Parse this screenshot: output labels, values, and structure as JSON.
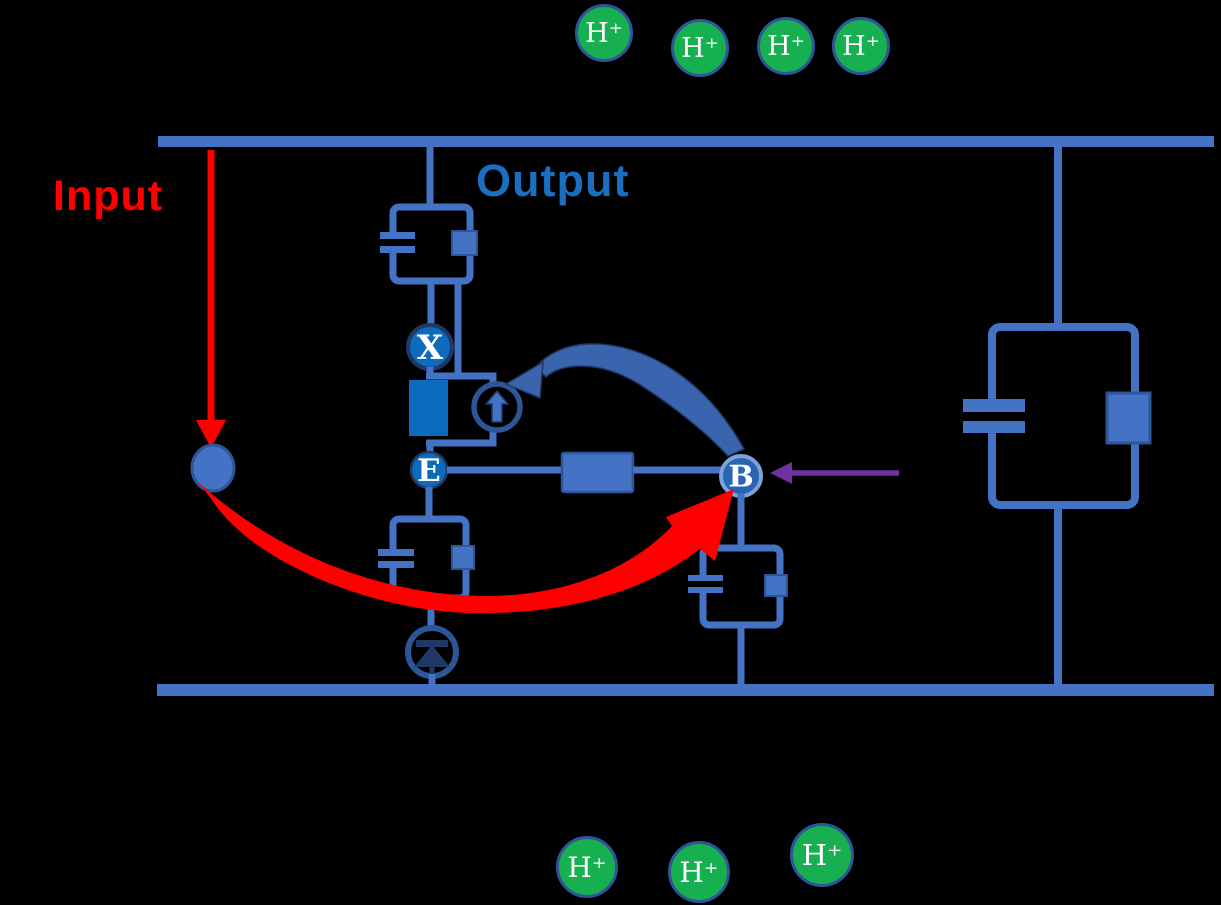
{
  "labels": {
    "input": "Input",
    "output": "Output"
  },
  "nodes": {
    "x": {
      "label": "X"
    },
    "e": {
      "label": "E"
    },
    "b": {
      "label": "B"
    }
  },
  "ions": {
    "top": [
      "H⁺",
      "H⁺",
      "H⁺",
      "H⁺"
    ],
    "bottom": [
      "H⁺",
      "H⁺",
      "H⁺"
    ]
  },
  "colors": {
    "background": "#000000",
    "wire_blue": "#4472c4",
    "wire_dark_edge": "#2e5597",
    "bright_blue": "#0c6bbd",
    "navy": "#1f3864",
    "node_b_fill": "#2a65b4",
    "node_b_ring": "#7da3d8",
    "ion_green": "#17b050",
    "ion_border": "#2e5597",
    "input_red": "#ff0000",
    "output_blue": "#1b6fc1",
    "feedback_arrow_blue": "#3a64ae",
    "purple_arrow": "#7030a0",
    "label_white": "#ffffff"
  }
}
